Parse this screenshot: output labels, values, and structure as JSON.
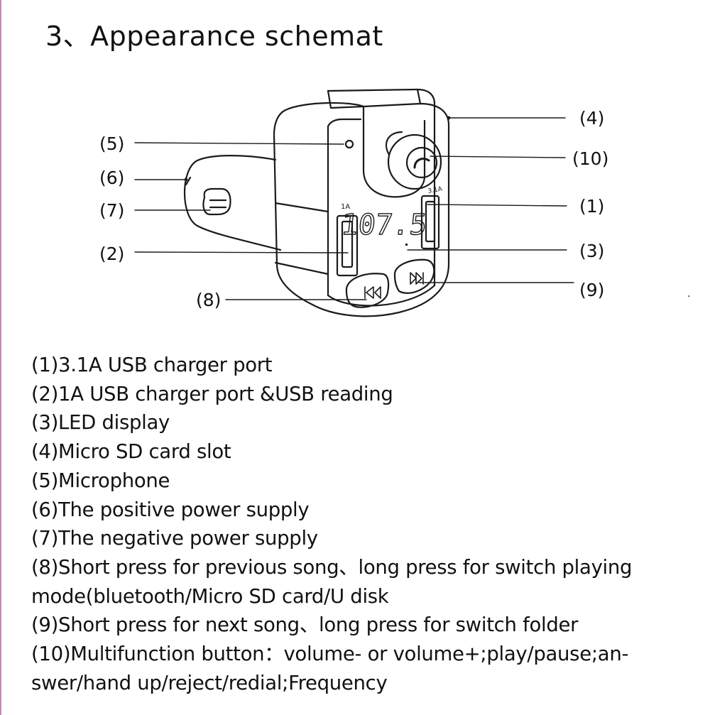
{
  "title": "3、Appearance schemat",
  "accent_color": "#c58ab5",
  "callouts": {
    "c1": "(1)",
    "c2": "(2)",
    "c3": "(3)",
    "c4": "(4)",
    "c5": "(5)",
    "c6": "(6)",
    "c7": "(7)",
    "c8": "(8)",
    "c9": "(9)",
    "c10": "(10)"
  },
  "device": {
    "display_text": "107.5",
    "port_label_left": "1A",
    "port_label_right": "3.1A"
  },
  "stray_mark": ".",
  "legend": [
    "(1)3.1A USB charger port",
    "(2)1A USB charger port &USB reading",
    "(3)LED display",
    "(4)Micro SD card slot",
    "(5)Microphone",
    "(6)The positive power supply",
    "(7)The negative power supply",
    "(8)Short press for previous song、long press for switch playing",
    "mode(bluetooth/Micro SD card/U disk",
    "(9)Short press for next song、long press for switch folder",
    "(10)Multifunction button：volume- or volume+;play/pause;an-",
    "swer/hand up/reject/redial;Frequency"
  ]
}
